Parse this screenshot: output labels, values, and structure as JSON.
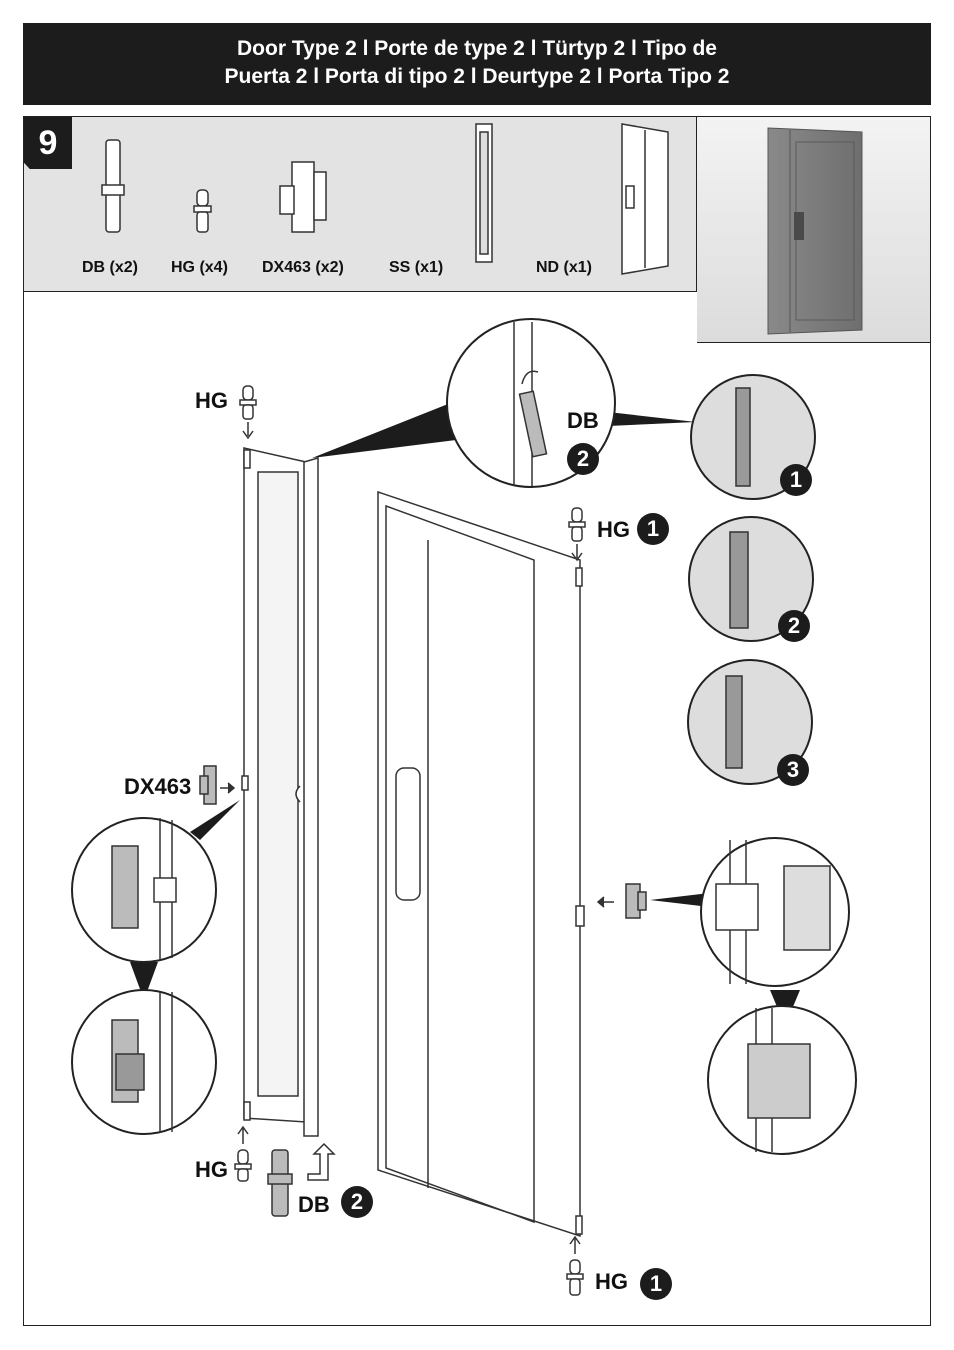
{
  "header": {
    "line1": "Door Type 2 l Porte de type 2 l Türtyp 2 l Tipo de",
    "line2": "Puerta 2 l Porta di tipo 2 l Deurtype 2 l Porta Tipo 2"
  },
  "step": {
    "number": "9"
  },
  "parts": [
    {
      "label": "DB (x2)"
    },
    {
      "label": "HG (x4)"
    },
    {
      "label": "DX463 (x2)"
    },
    {
      "label": "SS (x1)"
    },
    {
      "label": "ND (x1)"
    }
  ],
  "callouts": {
    "hg_top_left": "HG",
    "db_circle": "DB",
    "db_circle_num": "2",
    "hg_top_right": "HG",
    "hg_top_right_num": "1",
    "seq1": "1",
    "seq2": "2",
    "seq3": "3",
    "dx463": "DX463",
    "hg_bottom_left": "HG",
    "db_bottom": "DB",
    "db_bottom_num": "2",
    "hg_bottom_right": "HG",
    "hg_bottom_right_num": "1"
  },
  "colors": {
    "header_bg": "#1c1c1c",
    "parts_bg": "#e3e3e3",
    "line": "#222222"
  }
}
